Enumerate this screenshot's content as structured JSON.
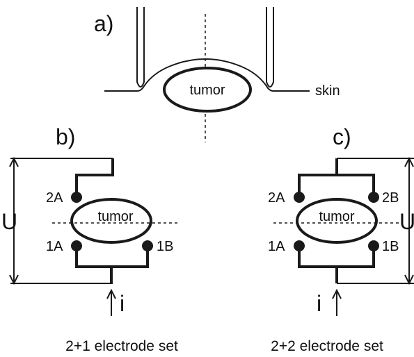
{
  "panel_a": {
    "label": "a)",
    "tumor": "tumor",
    "skin": "skin"
  },
  "panel_b": {
    "label": "b)",
    "tumor": "tumor",
    "voltage": "U",
    "current": "i",
    "electrodes": [
      "2A",
      "1A",
      "1B"
    ],
    "caption": "2+1 electrode set"
  },
  "panel_c": {
    "label": "c)",
    "tumor": "tumor",
    "voltage": "U",
    "current": "i",
    "electrodes": [
      "2A",
      "2B",
      "1A",
      "1B"
    ],
    "caption": "2+2 electrode set"
  }
}
